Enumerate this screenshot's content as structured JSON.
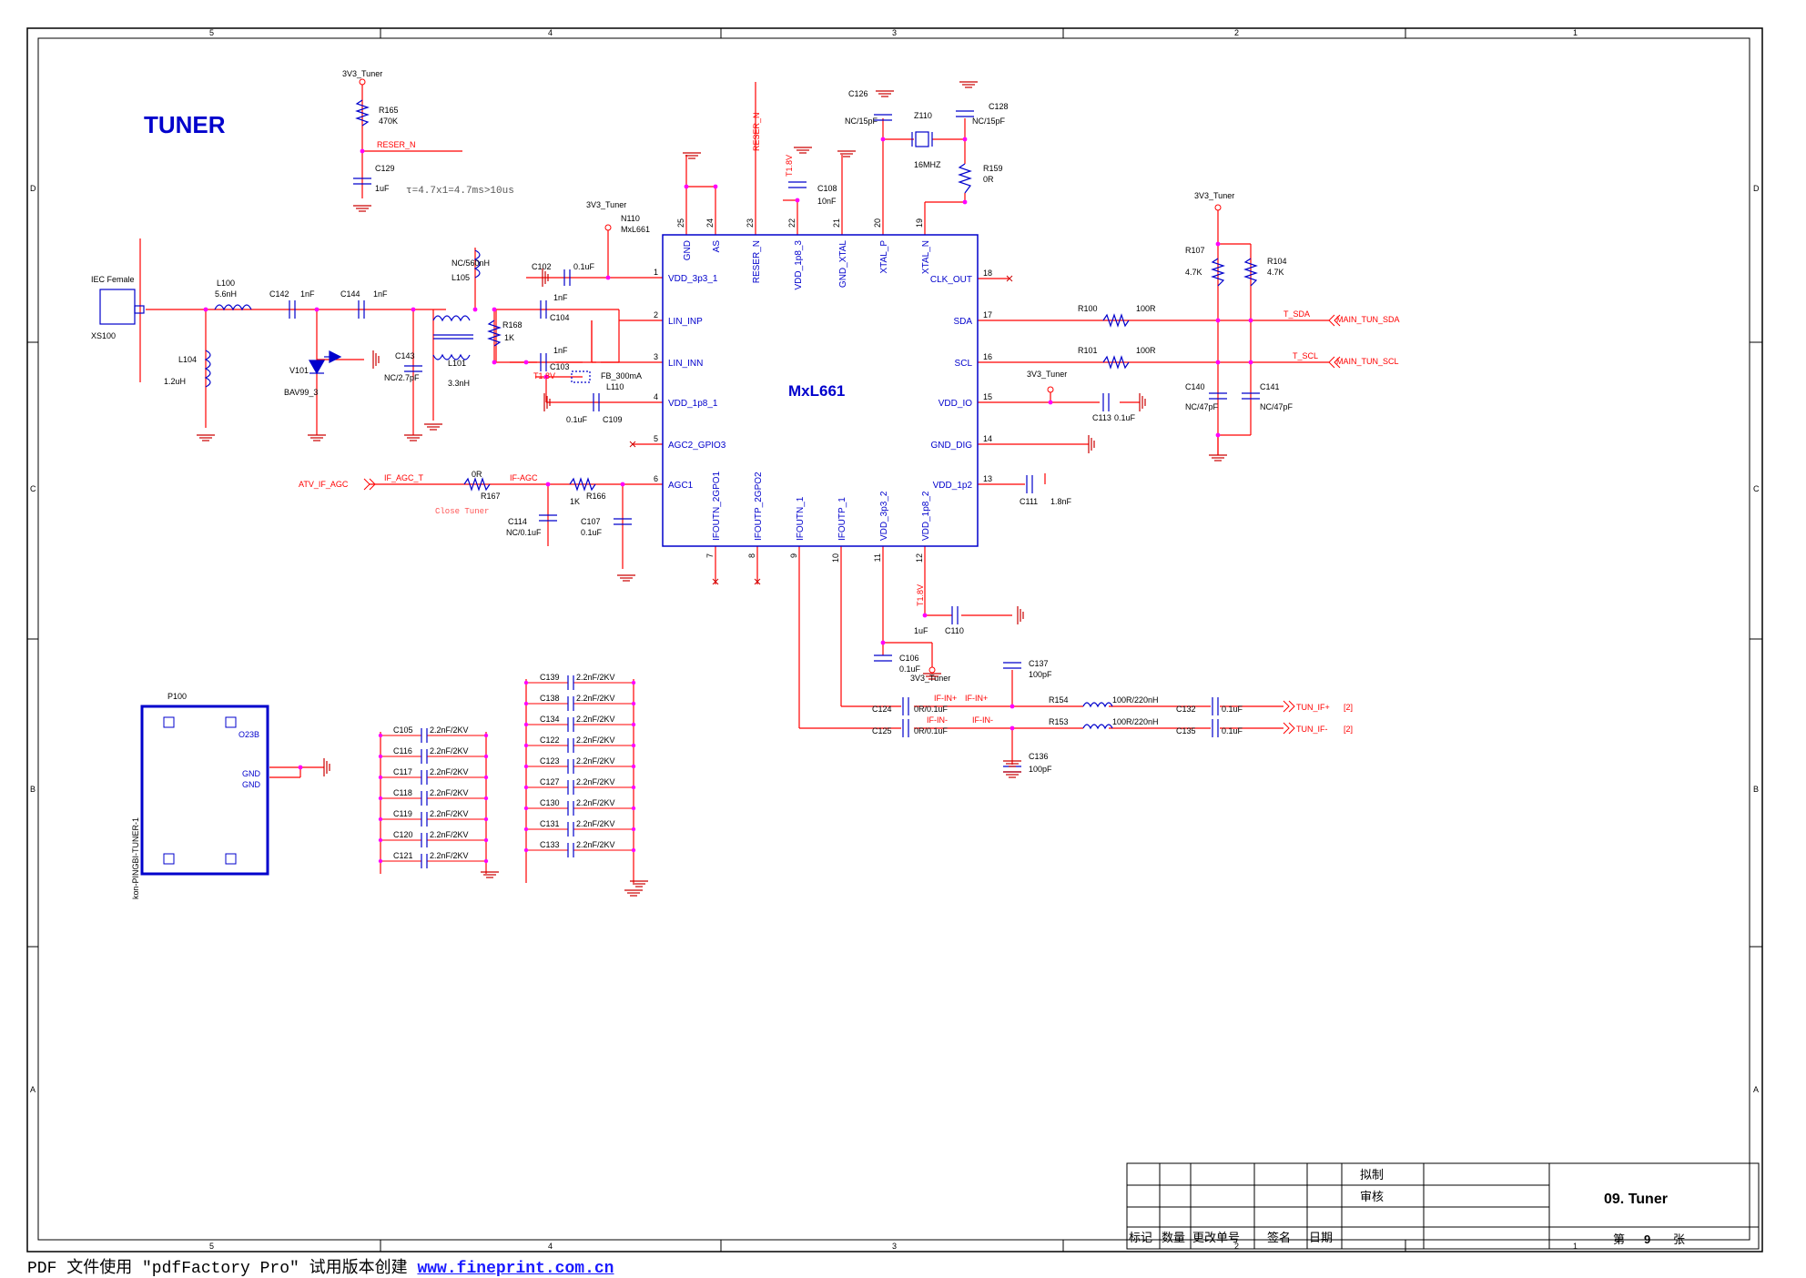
{
  "title": "TUNER",
  "colors": {
    "wire": "#ff0000",
    "component": "#0000cc",
    "node": "#ff00ff",
    "border": "#000000",
    "ground": "#cc0000"
  },
  "grid": {
    "cols": [
      "5",
      "4",
      "3",
      "2",
      "1"
    ],
    "rows": [
      "D",
      "C",
      "B",
      "A"
    ]
  },
  "chip": {
    "ref": "N110",
    "part": "MxL661",
    "name": "MxL661",
    "left_pins": [
      {
        "num": "1",
        "name": "VDD_3p3_1"
      },
      {
        "num": "2",
        "name": "LIN_INP"
      },
      {
        "num": "3",
        "name": "LIN_INN"
      },
      {
        "num": "4",
        "name": "VDD_1p8_1"
      },
      {
        "num": "5",
        "name": "AGC2_GPIO3"
      },
      {
        "num": "6",
        "name": "AGC1"
      }
    ],
    "right_pins": [
      {
        "num": "18",
        "name": "CLK_OUT"
      },
      {
        "num": "17",
        "name": "SDA"
      },
      {
        "num": "16",
        "name": "SCL"
      },
      {
        "num": "15",
        "name": "VDD_IO"
      },
      {
        "num": "14",
        "name": "GND_DIG"
      },
      {
        "num": "13",
        "name": "VDD_1p2"
      }
    ],
    "top_pins": [
      {
        "num": "25",
        "name": "GND"
      },
      {
        "num": "24",
        "name": "AS"
      },
      {
        "num": "23",
        "name": "RESER_N"
      },
      {
        "num": "22",
        "name": "VDD_1p8_3"
      },
      {
        "num": "21",
        "name": "GND_XTAL"
      },
      {
        "num": "20",
        "name": "XTAL_P"
      },
      {
        "num": "19",
        "name": "XTAL_N"
      }
    ],
    "bottom_pins": [
      {
        "num": "7",
        "name": "IFOUTN_2GPO1"
      },
      {
        "num": "8",
        "name": "IFOUTP_2GPO2"
      },
      {
        "num": "9",
        "name": "IFOUTN_1"
      },
      {
        "num": "10",
        "name": "IFOUTP_1"
      },
      {
        "num": "11",
        "name": "VDD_3p3_2"
      },
      {
        "num": "12",
        "name": "VDD_1p8_2"
      }
    ]
  },
  "labels": {
    "v3": "3V3_Tuner",
    "r165": "R165",
    "r165v": "470K",
    "reser": "RESER_N",
    "c129": "C129",
    "c129v": "1uF",
    "tau": "τ=4.7x1=4.7ms>10us",
    "c126": "C126",
    "c126v": "NC/15pF",
    "c128": "C128",
    "c128v": "NC/15pF",
    "z110": "Z110",
    "z110v": "16MHZ",
    "r159": "R159",
    "r159v": "0R",
    "c108": "C108",
    "c108v": "10nF",
    "t18": "T1.8V",
    "iec": "IEC Female",
    "xs100": "XS100",
    "l100": "L100",
    "l100v": "5.6nH",
    "c142": "C142",
    "c142v": "1nF",
    "c144": "C144",
    "c144v": "1nF",
    "l104": "L104",
    "l104v": "1.2uH",
    "v101": "V101",
    "v101v": "BAV99_3",
    "c143": "C143",
    "c143v": "NC/2.7pF",
    "l105": "L105",
    "l105v": "NC/560nH",
    "l101": "L101",
    "l101v": "3.3nH",
    "r168": "R168",
    "r168v": "1K",
    "c102": "C102",
    "c102v": "0.1uF",
    "c104": "C104",
    "c104v": "1nF",
    "c103": "C103",
    "c103v": "1nF",
    "l110": "L110",
    "l110v": "FB_300mA",
    "c109": "C109",
    "c109v": "0.1uF",
    "atv": "ATV_IF_AGC",
    "ifagct": "IF_AGC_T",
    "r167": "R167",
    "r167v": "0R",
    "ifagc": "IF-AGC",
    "close": "Close Tuner",
    "r166": "R166",
    "r166v": "1K",
    "c114": "C114",
    "c114v": "NC/0.1uF",
    "c107": "C107",
    "c107v": "0.1uF",
    "r100": "R100",
    "r100v": "100R",
    "r101": "R101",
    "r101v": "100R",
    "r107": "R107",
    "r107v": "4.7K",
    "r104": "R104",
    "r104v": "4.7K",
    "tsda": "T_SDA",
    "msda": "MAIN_TUN_SDA",
    "tscl": "T_SCL",
    "mscl": "MAIN_TUN_SCL",
    "c140": "C140",
    "c140v": "NC/47pF",
    "c141": "C141",
    "c141v": "NC/47pF",
    "c113": "C113",
    "c113v": "0.1uF",
    "c111": "C111",
    "c111v": "1.8nF",
    "c110": "C110",
    "c110v": "1uF",
    "c106": "C106",
    "c106v": "0.1uF",
    "c137": "C137",
    "c137v": "100pF",
    "c136": "C136",
    "c136v": "100pF",
    "c124": "C124",
    "c124v": "0R/0.1uF",
    "c125": "C125",
    "c125v": "0R/0.1uF",
    "ifinp": "IF-IN+",
    "ifinn": "IF-IN-",
    "r154": "R154",
    "r154v": "100R/220nH",
    "r153": "R153",
    "r153v": "100R/220nH",
    "c132": "C132",
    "c132v": "0.1uF",
    "c135": "C135",
    "c135v": "0.1uF",
    "tunifp": "TUN_IF+",
    "tunifn": "TUN_IF-",
    "sheetref": "[2]",
    "p100": "P100",
    "o23b": "O23B",
    "gnd": "GND",
    "p100part": "kon-PINGBI-TUNER-1"
  },
  "caps_left": [
    {
      "ref": "C105",
      "val": "2.2nF/2KV"
    },
    {
      "ref": "C116",
      "val": "2.2nF/2KV"
    },
    {
      "ref": "C117",
      "val": "2.2nF/2KV"
    },
    {
      "ref": "C118",
      "val": "2.2nF/2KV"
    },
    {
      "ref": "C119",
      "val": "2.2nF/2KV"
    },
    {
      "ref": "C120",
      "val": "2.2nF/2KV"
    },
    {
      "ref": "C121",
      "val": "2.2nF/2KV"
    }
  ],
  "caps_right": [
    {
      "ref": "C139",
      "val": "2.2nF/2KV"
    },
    {
      "ref": "C138",
      "val": "2.2nF/2KV"
    },
    {
      "ref": "C134",
      "val": "2.2nF/2KV"
    },
    {
      "ref": "C122",
      "val": "2.2nF/2KV"
    },
    {
      "ref": "C123",
      "val": "2.2nF/2KV"
    },
    {
      "ref": "C127",
      "val": "2.2nF/2KV"
    },
    {
      "ref": "C130",
      "val": "2.2nF/2KV"
    },
    {
      "ref": "C131",
      "val": "2.2nF/2KV"
    },
    {
      "ref": "C133",
      "val": "2.2nF/2KV"
    }
  ],
  "titleblock": {
    "draft": "拟制",
    "review": "审核",
    "sheet_title": "09. Tuner",
    "cols": [
      "标记",
      "数量",
      "更改单号",
      "签名",
      "日期"
    ],
    "sheet_prefix": "第",
    "sheet_num": "9",
    "sheet_suffix": "张"
  },
  "footer": {
    "text": "PDF 文件使用 \"pdfFactory Pro\" 试用版本创建 ",
    "link": "www.fineprint.com.cn"
  }
}
